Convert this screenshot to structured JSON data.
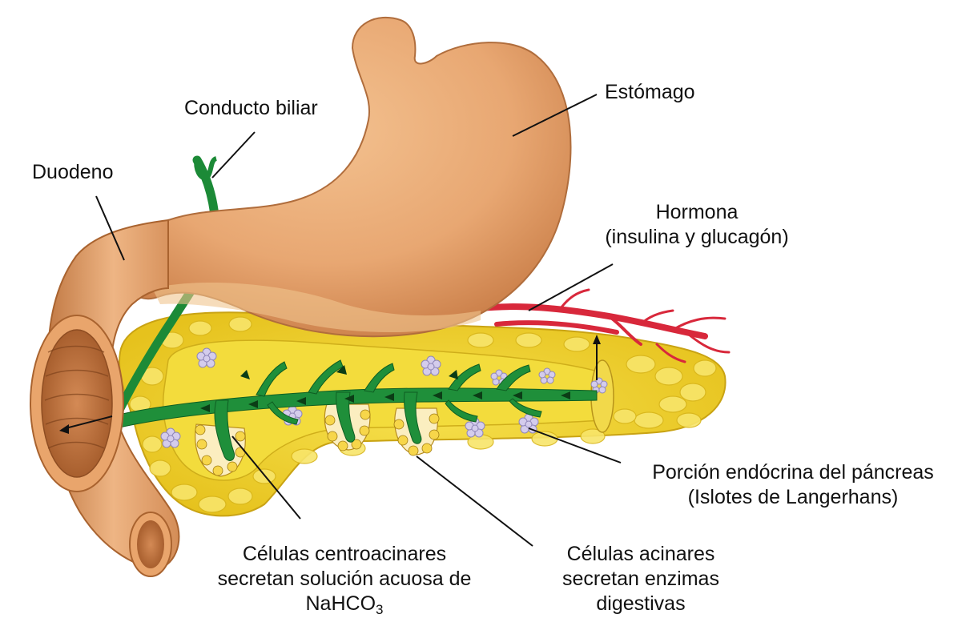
{
  "labels": {
    "stomach": "Estómago",
    "bile_duct": "Conducto biliar",
    "duodenum": "Duodeno",
    "hormone": [
      "Hormona",
      "(insulina y glucagón)"
    ],
    "endocrine": [
      "Porción endócrina del páncreas",
      "(Islotes de Langerhans)"
    ],
    "centroacinar": {
      "line1": "Células centroacinares",
      "line2": "secretan solución acuosa de",
      "formula_main": "NaHCO",
      "formula_sub": "3"
    },
    "acinar": [
      "Células acinares",
      "secretan enzimas",
      "digestivas"
    ]
  },
  "colors": {
    "stomach": "#e8a772",
    "duodenum": "#e3a06c",
    "pancreas": "#f2d52c",
    "duct": "#1f8f3a",
    "vessel": "#d8283b",
    "islet": "#c8bfe6"
  }
}
